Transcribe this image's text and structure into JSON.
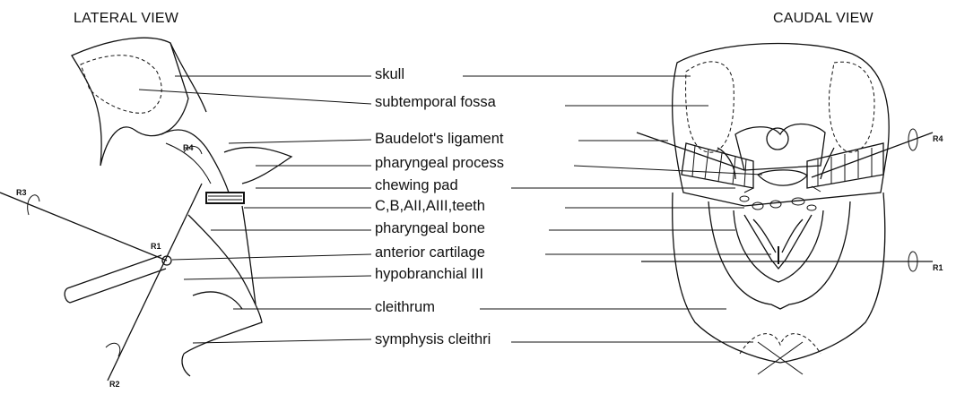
{
  "headings": {
    "lateral": "LATERAL VIEW",
    "caudal": "CAUDAL VIEW"
  },
  "labels": [
    "skull",
    "subtemporal fossa",
    "Baudelot's ligament",
    "pharyngeal process",
    "chewing pad",
    "C,B,AII,AIII,teeth",
    "pharyngeal bone",
    "anterior cartilage",
    "hypobranchial III",
    "cleithrum",
    "symphysis cleithri"
  ],
  "rotation_axes": {
    "r1": "R1",
    "r2": "R2",
    "r3": "R3",
    "r4_lateral": "R4",
    "r1_caudal": "R1",
    "r4_caudal": "R4"
  }
}
